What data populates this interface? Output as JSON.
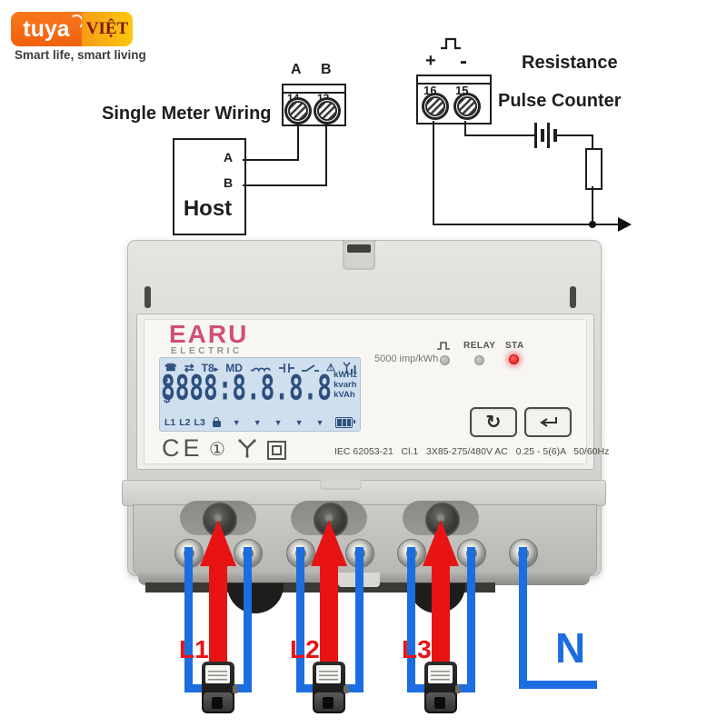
{
  "logo": {
    "brand": "tuya",
    "region": "VIỆT",
    "tagline": "Smart life, smart living"
  },
  "left_diagram": {
    "title": "Single Meter Wiring",
    "label_a": "A",
    "label_b": "B",
    "terminal_14": "14",
    "terminal_13": "13",
    "host_label": "Host",
    "host_port_a": "A",
    "host_port_b": "B"
  },
  "right_diagram": {
    "plus": "+",
    "minus": "-",
    "terminal_16": "16",
    "terminal_15": "15",
    "title_line1": "Resistance",
    "title_line2": "Pulse Counter"
  },
  "meter": {
    "brand": "EARU",
    "brand_sub": "ELECTRIC",
    "lcd": {
      "phone": "☎",
      "arrows": "⇄",
      "tariff": "T8",
      "tariff_marker": "▸",
      "md": "MD",
      "warning": "⚠",
      "sigma": "Σ",
      "dollar": "$",
      "digits": "8888:8.8.8.8",
      "units": [
        "kWHz",
        "kvarh",
        "kVAh"
      ],
      "phase_l1": "L1",
      "phase_l2": "L2",
      "phase_l3": "L3",
      "down_marker": "▼"
    },
    "imp_rate": "5000 imp/kWh",
    "relay_label": "RELAY",
    "sta_label": "STA",
    "refresh_glyph": "↻",
    "ce_mark": "CE",
    "cert_one": "①",
    "spec": "IEC 62053-21   Cl.1   3X85-275/480V AC   0.25 - 5(6)A   50/60Hz"
  },
  "wiring": {
    "phase_1": "L1",
    "phase_2": "L2",
    "phase_3": "L3",
    "neutral": "N"
  },
  "colors": {
    "wire_blue": "#1b6de0",
    "arrow_red": "#e81414",
    "brand_pink": "#d04f78",
    "led_red": "#e01010",
    "lcd_bg": "#cfdfee",
    "lcd_fg": "#2d4f7e",
    "tuya_orange": "#f5711c"
  }
}
